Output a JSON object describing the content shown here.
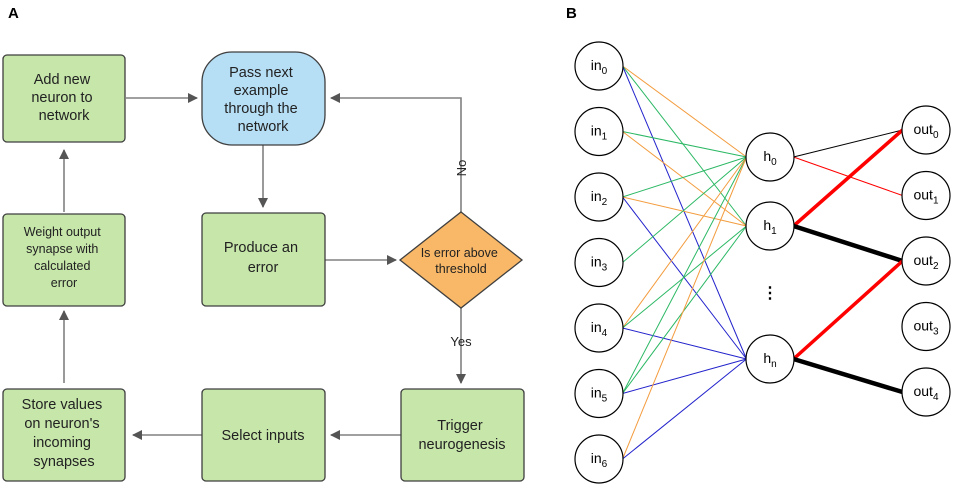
{
  "panels": {
    "a_label": "A",
    "b_label": "B"
  },
  "flowchart": {
    "add_neuron": [
      "Add new",
      "neuron to",
      "network"
    ],
    "pass_example": [
      "Pass next",
      "example",
      "through the",
      "network"
    ],
    "weight_output": [
      "Weight output",
      "synapse with",
      "calculated",
      "error"
    ],
    "produce_error": [
      "Produce an",
      "error"
    ],
    "is_error": [
      "Is error above",
      "threshold"
    ],
    "store_values": [
      "Store values",
      "on neuron's",
      "incoming",
      "synapses"
    ],
    "select_inputs": [
      "Select inputs"
    ],
    "trigger": [
      "Trigger",
      "neurogenesis"
    ],
    "edge_no": "No",
    "edge_yes": "Yes"
  },
  "network": {
    "inputs": [
      {
        "base": "in",
        "sub": "0"
      },
      {
        "base": "in",
        "sub": "1"
      },
      {
        "base": "in",
        "sub": "2"
      },
      {
        "base": "in",
        "sub": "3"
      },
      {
        "base": "in",
        "sub": "4"
      },
      {
        "base": "in",
        "sub": "5"
      },
      {
        "base": "in",
        "sub": "6"
      }
    ],
    "hidden": [
      {
        "base": "h",
        "sub": "0"
      },
      {
        "base": "h",
        "sub": "1"
      },
      {
        "base": "h",
        "sub": "n"
      }
    ],
    "ellipsis": "⋮",
    "outputs": [
      {
        "base": "out",
        "sub": "0"
      },
      {
        "base": "out",
        "sub": "1"
      },
      {
        "base": "out",
        "sub": "2"
      },
      {
        "base": "out",
        "sub": "3"
      },
      {
        "base": "out",
        "sub": "4"
      }
    ],
    "connections": [
      {
        "from": "in0",
        "to": "h0",
        "color": "#f39c3e",
        "width": 1
      },
      {
        "from": "in0",
        "to": "h1",
        "color": "#2bb864",
        "width": 1
      },
      {
        "from": "in0",
        "to": "hn",
        "color": "#2222cc",
        "width": 1
      },
      {
        "from": "in1",
        "to": "h0",
        "color": "#2bb864",
        "width": 1
      },
      {
        "from": "in1",
        "to": "h1",
        "color": "#f39c3e",
        "width": 1
      },
      {
        "from": "in2",
        "to": "h0",
        "color": "#2bb864",
        "width": 1
      },
      {
        "from": "in2",
        "to": "h1",
        "color": "#f39c3e",
        "width": 1
      },
      {
        "from": "in2",
        "to": "hn",
        "color": "#2222cc",
        "width": 1
      },
      {
        "from": "in3",
        "to": "h0",
        "color": "#2bb864",
        "width": 1
      },
      {
        "from": "in4",
        "to": "h0",
        "color": "#f39c3e",
        "width": 1
      },
      {
        "from": "in4",
        "to": "h1",
        "color": "#2bb864",
        "width": 1
      },
      {
        "from": "in4",
        "to": "hn",
        "color": "#2222cc",
        "width": 1
      },
      {
        "from": "in5",
        "to": "h0",
        "color": "#2bb864",
        "width": 1
      },
      {
        "from": "in5",
        "to": "h1",
        "color": "#2bb864",
        "width": 1
      },
      {
        "from": "in5",
        "to": "hn",
        "color": "#2222cc",
        "width": 1
      },
      {
        "from": "in6",
        "to": "h0",
        "color": "#f39c3e",
        "width": 1
      },
      {
        "from": "in6",
        "to": "hn",
        "color": "#2222cc",
        "width": 1
      },
      {
        "from": "h0",
        "to": "out0",
        "color": "#000000",
        "width": 1
      },
      {
        "from": "h0",
        "to": "out1",
        "color": "#ff0000",
        "width": 1
      },
      {
        "from": "h1",
        "to": "out0",
        "color": "#ff0000",
        "width": 3.5
      },
      {
        "from": "h1",
        "to": "out2",
        "color": "#000000",
        "width": 4.5
      },
      {
        "from": "hn",
        "to": "out2",
        "color": "#ff0000",
        "width": 3.5
      },
      {
        "from": "hn",
        "to": "out4",
        "color": "#000000",
        "width": 4.5
      }
    ]
  }
}
